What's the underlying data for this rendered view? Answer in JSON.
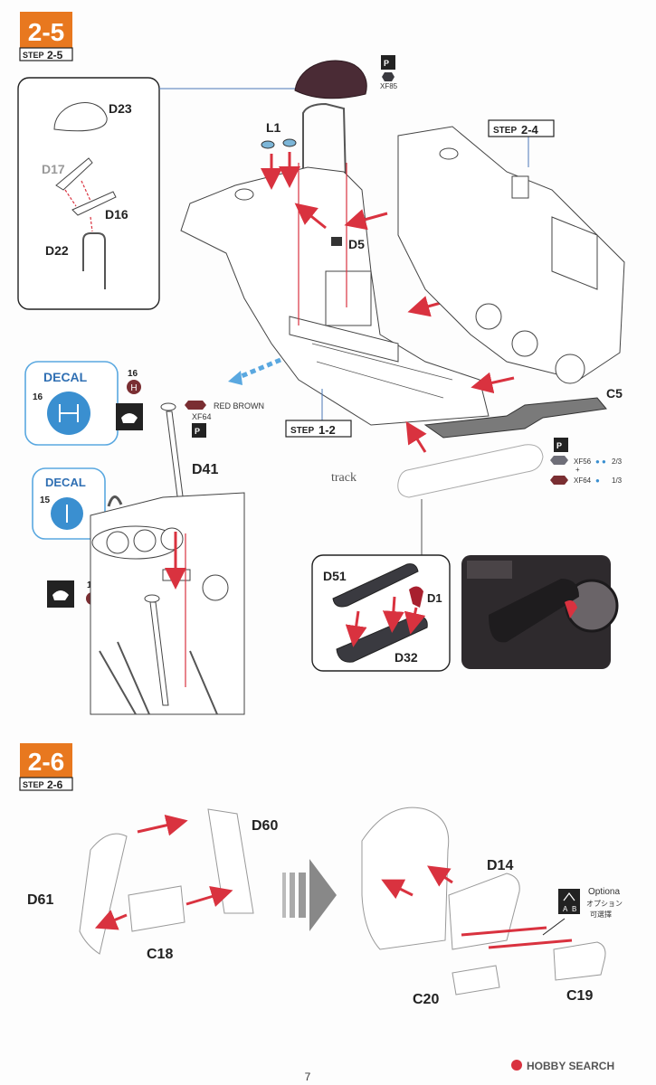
{
  "step25": {
    "badge": "2-5",
    "step_prefix": "STEP",
    "step_num": "2-5"
  },
  "step26": {
    "badge": "2-6",
    "step_prefix": "STEP",
    "step_num": "2-6"
  },
  "refs": {
    "r24": {
      "prefix": "STEP",
      "num": "2-4"
    },
    "r12": {
      "prefix": "STEP",
      "num": "1-2"
    }
  },
  "parts": {
    "d23": "D23",
    "d17": "D17",
    "d16": "D16",
    "d22": "D22",
    "l1": "L1",
    "d5": "D5",
    "c5": "C5",
    "d41": "D41",
    "d51": "D51",
    "d1": "D1",
    "d32": "D32",
    "d60": "D60",
    "d61": "D61",
    "c18": "C18",
    "d14": "D14",
    "c20": "C20",
    "c19": "C19"
  },
  "paints": {
    "xf85": "XF85",
    "xf64": "XF64",
    "red_brown": "RED BROWN",
    "xf56_mix": "XF56",
    "xf56_ratio": "2/3",
    "plus": "+",
    "xf64_mix": "XF64",
    "xf64_ratio": "1/3"
  },
  "decals": {
    "decal16": {
      "title": "DECAL",
      "num": "16",
      "marker": "H"
    },
    "decal15": {
      "title": "DECAL",
      "num": "15",
      "marker": "I"
    }
  },
  "track_label": "track",
  "option": {
    "en": "Optiona",
    "jp1": "オプション",
    "jp2": "可選擇",
    "a": "A",
    "b": "B"
  },
  "footer": {
    "page": "7",
    "brand": "HOBBY SEARCH"
  },
  "colors": {
    "badge_orange": "#e8781f",
    "seat_brown": "#4a2b35",
    "red_brown": "#7a2e32",
    "arrow_red": "#d9323f",
    "callout_blue": "#3a8fd0",
    "xf56_grey": "#6e6e78",
    "photo_dark": "#2e2a2d"
  }
}
